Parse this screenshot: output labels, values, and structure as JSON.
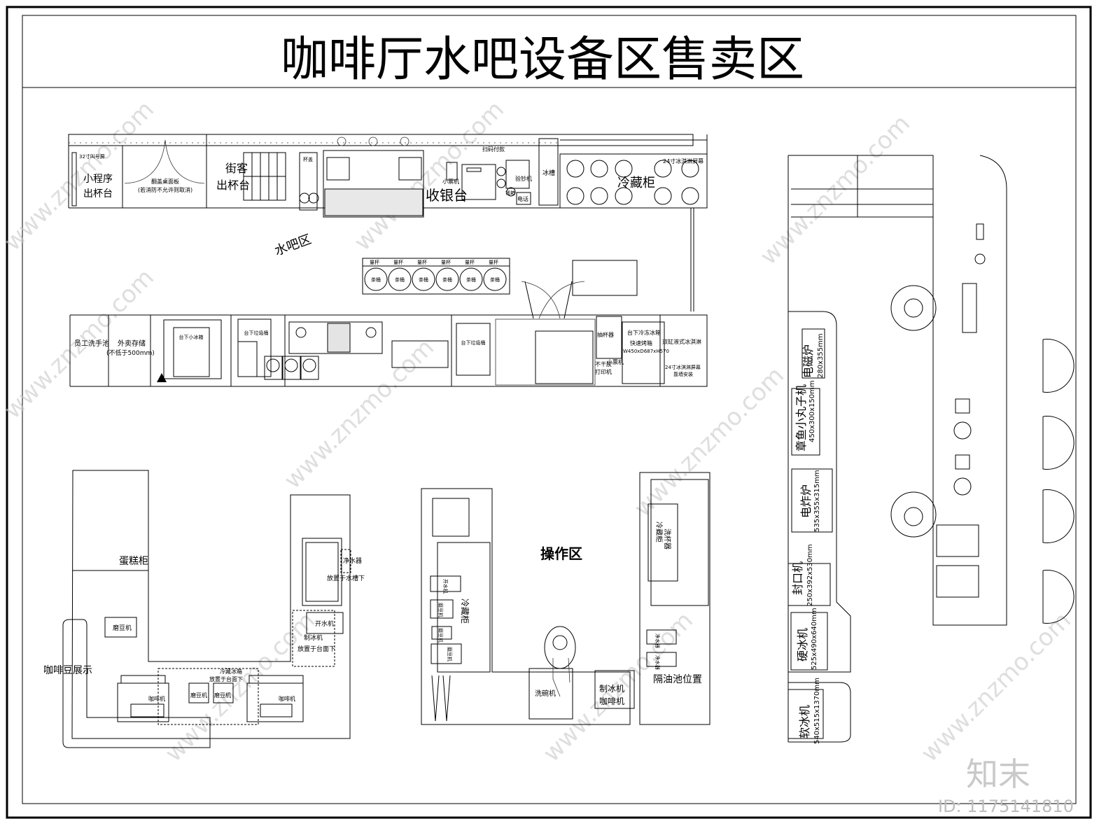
{
  "title": "咖啡厅水吧设备区售卖区",
  "top_bar": {
    "call_screen": "32寸叫号屏",
    "mini_program_counter": [
      "小程序",
      "出杯台"
    ],
    "flip_panel": "翻盖桌面板",
    "flip_panel_note": "(若消防不允许则取消)",
    "walk_in_counter": [
      "街客",
      "出杯台"
    ],
    "cup_lid": "杯盖",
    "cashier": "收银台",
    "receipt_printer": "小票机",
    "scan_pay": "扫码付款",
    "money_checker": "验钞机",
    "phone": "电话",
    "cash_box": "钱箱",
    "ice_tank": "冰槽",
    "fridge": "冷藏柜",
    "ice_cream_screen": "24寸冰淇淋屏幕",
    "bar_area": "水吧区"
  },
  "middle_row": {
    "measuring_cups": [
      "量杯",
      "量杯",
      "量杯",
      "量杯",
      "量杯",
      "量杯"
    ],
    "tea_buckets": [
      "茶桶",
      "茶桶",
      "茶桶",
      "茶桶",
      "茶桶",
      "茶桶"
    ],
    "staff_sink": "员工洗手池",
    "takeaway_storage": "外卖存储",
    "takeaway_note": "(不低于500mm)",
    "under_fridge_small": "台下小冰箱",
    "under_trash_1": "台下垃圾桶",
    "under_trash_2": "台下垃圾桶",
    "cup_dispenser": "抽杯器",
    "under_freezer": "台下冷冻冰箱",
    "fast_oven": "快速烤箱",
    "oven_size": "W450xD687xH570",
    "ice_cream_machine": "双缸液式冰淇淋",
    "ice_cream_screen_wall": [
      "24寸冰淇淋屏幕",
      "靠墙安装"
    ],
    "label_printer": [
      "不干胶",
      "打印机"
    ],
    "receipt_printer": "小票机"
  },
  "bottom_left": {
    "cake_cabinet": "蛋糕柜",
    "grinder": "磨豆机",
    "bean_display": "咖啡豆展示",
    "coffee_machine_1": "咖啡机",
    "coffee_machine_2": "咖啡机",
    "grinder_2": "磨豆机",
    "grinder_3": "磨豆机",
    "fridge_under": [
      "冷藏冰箱",
      "放置于台面下"
    ],
    "water_purifier": "净水器",
    "under_sink_note": "放置于水槽下",
    "water_boiler": "开水机",
    "ice_maker": "制冰机",
    "under_counter_note": "放置于台面下"
  },
  "bottom_middle": {
    "operation_area": "操作区",
    "water_boiler": "开水机",
    "grinders": [
      "磨豆机",
      "磨豆机",
      "磨豆机"
    ],
    "fridge_left": "冷藏柜",
    "fridge_right": "冷藏柜",
    "cup_washer": "洗杯器",
    "water_purifiers": [
      "净水器",
      "净水器"
    ],
    "grease_trap": "隔油池位置",
    "dishwasher": "洗碗机",
    "ice_maker": "制冰机",
    "coffee_machine": "咖啡机"
  },
  "right_counter": {
    "equipment": [
      {
        "name": "电磁炉",
        "size": "280x355mm"
      },
      {
        "name": "章鱼小丸子机",
        "size": "450x300x150mm"
      },
      {
        "name": "电炸炉",
        "size": "535x355x315mm"
      },
      {
        "name": "封口机",
        "size": "250x392x530mm"
      },
      {
        "name": "硬冰机",
        "size": "525x490x640mm"
      },
      {
        "name": "软冰机",
        "size": "540x515x1370mm"
      }
    ]
  },
  "watermark": {
    "logo": "知末",
    "site": "www.znzmo.com",
    "id": "ID: 1175141810"
  }
}
